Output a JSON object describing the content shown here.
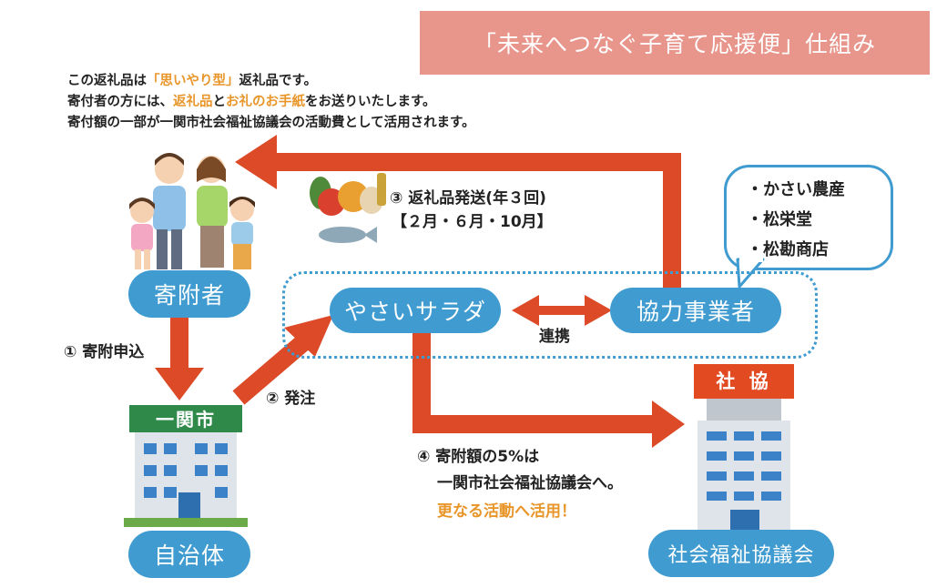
{
  "title": "「未来へつなぐ子育て応援便」仕組み",
  "intro": {
    "line1_pre": "この返礼品は",
    "line1_hl": "「思いやり型」",
    "line1_post": "返礼品です。",
    "line2_pre": "寄付者の方には、",
    "line2_hl1": "返礼品",
    "line2_mid": "と",
    "line2_hl2": "お礼のお手紙",
    "line2_post": "をお送りいたします。",
    "line3": "寄付額の一部が一関市社会福祉協議会の活動費として活用されます。"
  },
  "nodes": {
    "donor": "寄附者",
    "city": "自治体",
    "city_sign": "一関市",
    "yasai": "やさいサラダ",
    "partner": "協力事業者",
    "council": "社会福祉協議会",
    "council_sign": "社 協"
  },
  "steps": {
    "s1": "① 寄附申込",
    "s2": "② 発注",
    "s3_line1": "③ 返礼品発送(年３回)",
    "s3_line2": "【２月・６月・10月】",
    "s4_line1": "④ 寄附額の5%は",
    "s4_line2": "一関市社会福祉協議会へ。",
    "s4_line3": "更なる活動へ活用！",
    "link": "連携"
  },
  "partners": [
    "・かさい農産",
    "・松栄堂",
    "・松勘商店"
  ],
  "colors": {
    "arrow": "#dd4a28",
    "blue": "#3f9bd0",
    "title_bg": "#e8958b",
    "highlight": "#e8962a"
  }
}
